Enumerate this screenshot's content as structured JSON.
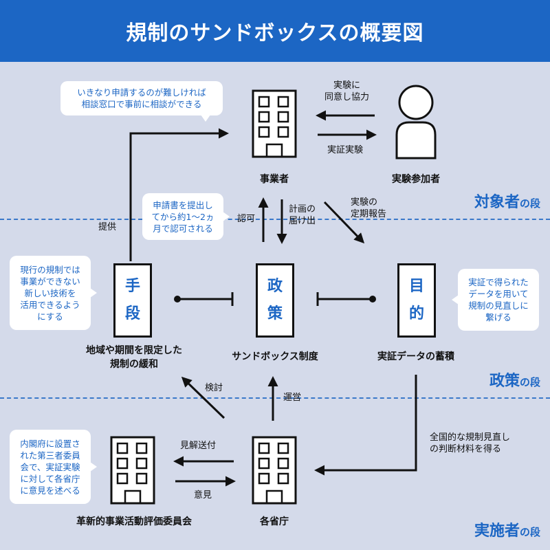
{
  "title": "規制のサンドボックスの概要図",
  "tiers": {
    "subjects": {
      "main": "対象者",
      "suffix": "の段"
    },
    "policy": {
      "main": "政策",
      "suffix": "の段"
    },
    "implementers": {
      "main": "実施者",
      "suffix": "の段"
    }
  },
  "nodes": {
    "business": "事業者",
    "participant": "実験参加者",
    "means_chars": [
      "手",
      "段"
    ],
    "means_label": [
      "地域や期間を限定した",
      "規制の緩和"
    ],
    "policy_chars": [
      "政",
      "策"
    ],
    "policy_label": "サンドボックス制度",
    "purpose_chars": [
      "目",
      "的"
    ],
    "purpose_label": "実証データの蓄積",
    "committee": "革新的事業活動評価委員会",
    "ministries": "各省庁"
  },
  "edges": {
    "consent": [
      "実験に",
      "同意し協力"
    ],
    "experiment": "実証実験",
    "provide": "提供",
    "approval": "認可",
    "plan": [
      "計画の",
      "届け出"
    ],
    "report": [
      "実験の",
      "定期報告"
    ],
    "review": "検討",
    "operate": "運営",
    "national": [
      "全国的な規制見直し",
      "の判断材料を得る"
    ],
    "opinion_send": "見解送付",
    "opinion": "意見"
  },
  "bubbles": {
    "consult": [
      "いきなり申請するのが難しければ",
      "相談窓口で事前に相談ができる"
    ],
    "apply": [
      "申請書を提出し",
      "てから約1～2ヵ",
      "月で認可される"
    ],
    "current": [
      "現行の規制では",
      "事業ができない",
      "新しい技術を",
      "活用できるよう",
      "にする"
    ],
    "verify": [
      "実証で得られた",
      "データを用いて",
      "規制の見直しに",
      "繋げる"
    ],
    "cabinet": [
      "内閣府に設置さ",
      "れた第三者委員",
      "会で、実証実験",
      "に対して各省庁",
      "に意見を述べる"
    ]
  },
  "colors": {
    "accent": "#1c66c4",
    "background": "#d4daea",
    "ink": "#111111"
  }
}
